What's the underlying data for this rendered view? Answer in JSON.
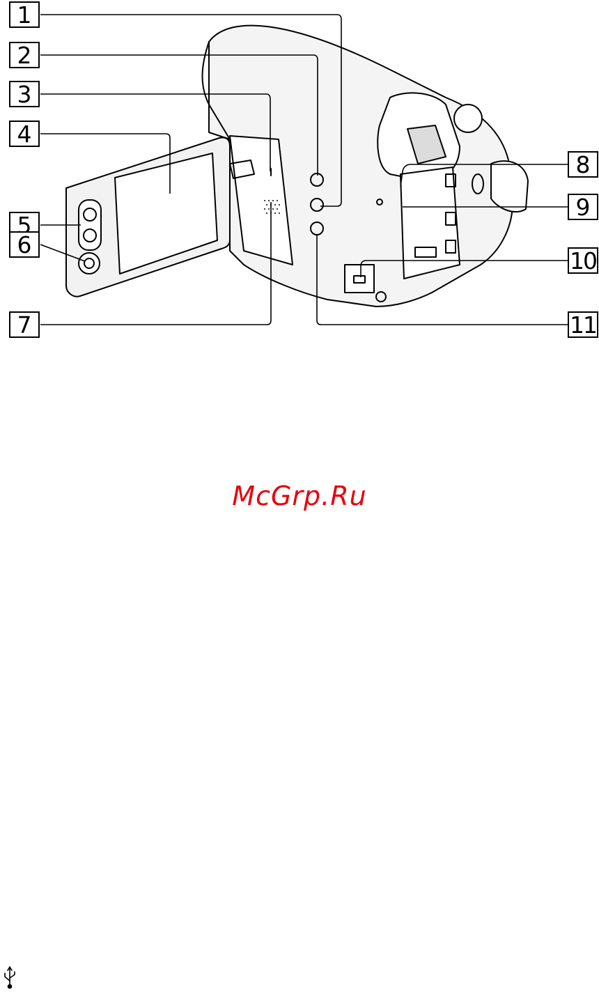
{
  "callouts": [
    {
      "label": "1"
    },
    {
      "label": "2"
    },
    {
      "label": "3"
    },
    {
      "label": "4"
    },
    {
      "label": "5"
    },
    {
      "label": "6"
    },
    {
      "label": "7"
    },
    {
      "label": "8"
    },
    {
      "label": "9"
    },
    {
      "label": "10"
    },
    {
      "label": "11"
    }
  ],
  "watermark": "McGrp.Ru",
  "footer_icon": "usb-icon",
  "colors": {
    "watermark": "#e8000b",
    "line": "#000000",
    "body_fill": "#f2f2f2"
  }
}
